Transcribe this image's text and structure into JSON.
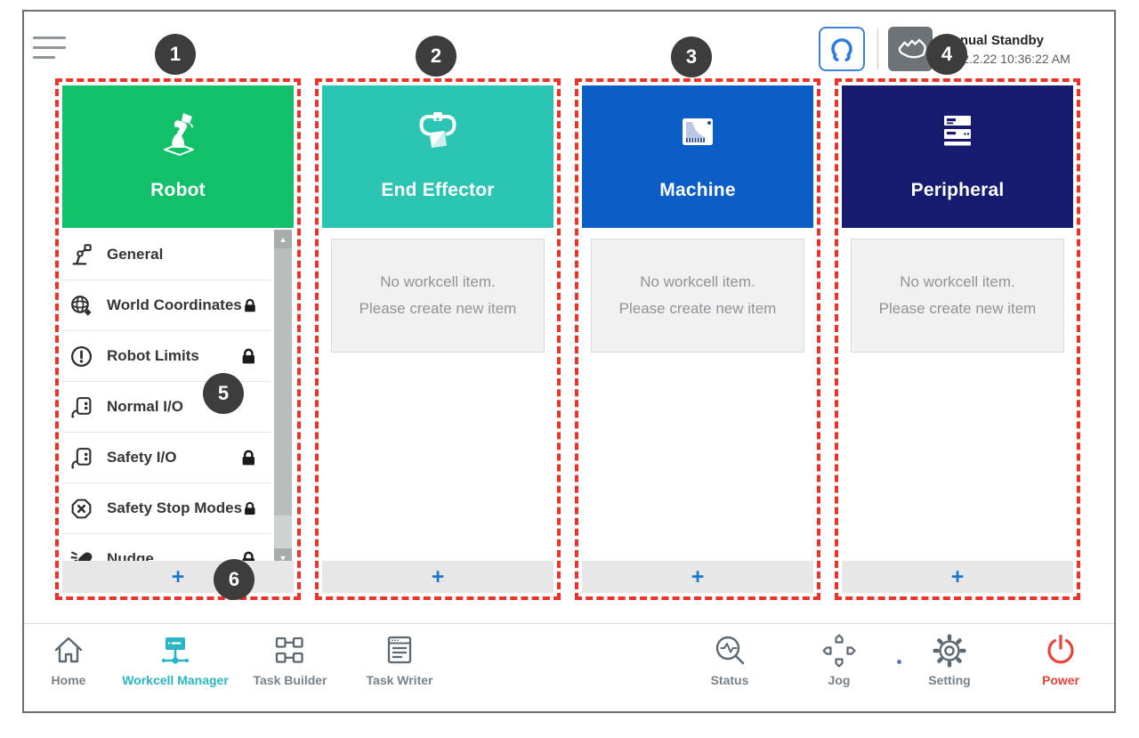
{
  "topbar": {
    "status_title": "Manual Standby",
    "status_datetime": "2022.2.22 10:36:22 AM"
  },
  "callouts": [
    "1",
    "2",
    "3",
    "4",
    "5",
    "6"
  ],
  "add_label": "+",
  "columns": [
    {
      "title": "Robot",
      "items": [
        {
          "label": "General",
          "locked": false
        },
        {
          "label": "World Coordinates",
          "locked": true
        },
        {
          "label": "Robot Limits",
          "locked": true
        },
        {
          "label": "Normal I/O",
          "locked": false
        },
        {
          "label": "Safety I/O",
          "locked": true
        },
        {
          "label": "Safety Stop Modes",
          "locked": true
        },
        {
          "label": "Nudge",
          "locked": true
        }
      ]
    },
    {
      "title": "End Effector",
      "empty_line1": "No workcell item.",
      "empty_line2": "Please create new item"
    },
    {
      "title": "Machine",
      "empty_line1": "No workcell item.",
      "empty_line2": "Please create new item"
    },
    {
      "title": "Peripheral",
      "empty_line1": "No workcell item.",
      "empty_line2": "Please create new item"
    }
  ],
  "nav": {
    "items": [
      {
        "label": "Home",
        "active": false
      },
      {
        "label": "Workcell Manager",
        "active": true
      },
      {
        "label": "Task Builder",
        "active": false
      },
      {
        "label": "Task Writer",
        "active": false
      },
      {
        "label": "Status",
        "active": false
      },
      {
        "label": "Jog",
        "active": false
      },
      {
        "label": "Setting",
        "active": false
      },
      {
        "label": "Power",
        "active": false
      }
    ]
  },
  "icons": {
    "hamburger-icon": "three-bars",
    "gripper-mode-icon": "blue claw arc",
    "hand-guide-icon": "white hand on gray",
    "robot-arm-icon": "white robot arm on green",
    "end-effector-icon": "claw holding box",
    "machine-icon": "cnc panel",
    "peripheral-icon": "stacked rack units",
    "lock-icon": "black padlock",
    "scroll-up-icon": "▲",
    "scroll-down-icon": "▼"
  },
  "colors": {
    "robot_green": "#13c06a",
    "effector_teal": "#2cc5b1",
    "machine_blue": "#0b5ec5",
    "peripheral_navy": "#161b6e",
    "annotation_red": "#ea3428",
    "accent_teal": "#2ab5c3",
    "power_red": "#e8433a",
    "plus_blue": "#1b79cc"
  }
}
